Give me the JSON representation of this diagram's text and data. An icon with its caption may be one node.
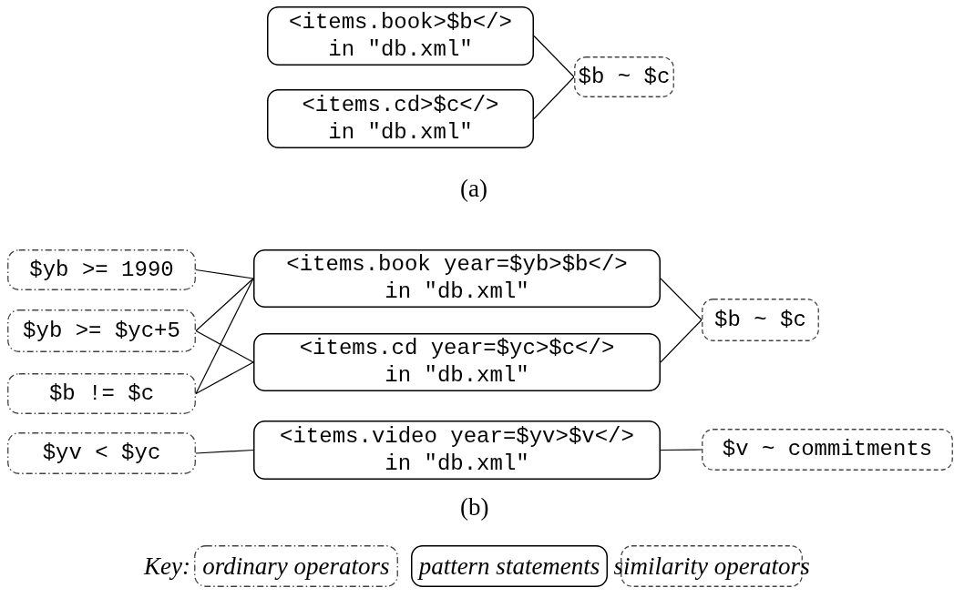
{
  "diagram": {
    "nodes": [
      {
        "text": [
          "<items.book>$b</> in \"db.xml\""
        ]
      },
      {
        "text": [
          "<items.cd>$c</> in \"db.xml\""
        ]
      },
      {
        "text": [
          "$b ~ $c"
        ]
      },
      {
        "text": [
          "$yb >= 1990"
        ]
      },
      {
        "text": [
          "$yb >= $yc+5"
        ]
      },
      {
        "text": [
          "$b != $c"
        ]
      },
      {
        "text": [
          "$yv < $yc"
        ]
      },
      {
        "text": [
          "<items.book year=$yb>$b</> in \"db.xml\""
        ]
      },
      {
        "text": [
          "<items.cd year=$yc>$c</> in \"db.xml\""
        ]
      },
      {
        "text": [
          "<items.video year=$yv>$v</> in \"db.xml\""
        ]
      },
      {
        "text": [
          "$b ~ $c"
        ]
      },
      {
        "text": [
          "$v ~ commitments"
        ]
      }
    ],
    "edges": [
      {
        "from": 0,
        "to": 2,
        "arrow": "none"
      },
      {
        "from": 1,
        "to": 2,
        "arrow": "none"
      },
      {
        "from": 3,
        "to": 7,
        "arrow": "none"
      },
      {
        "from": 4,
        "to": 7,
        "arrow": "none"
      },
      {
        "from": 4,
        "to": 8,
        "arrow": "none"
      },
      {
        "from": 5,
        "to": 7,
        "arrow": "none"
      },
      {
        "from": 5,
        "to": 8,
        "arrow": "none"
      },
      {
        "from": 6,
        "to": 9,
        "arrow": "none"
      },
      {
        "from": 7,
        "to": 10,
        "arrow": "none"
      },
      {
        "from": 8,
        "to": 10,
        "arrow": "none"
      },
      {
        "from": 9,
        "to": 11,
        "arrow": "none"
      }
    ],
    "labels": [
      "(a)",
      "(b)",
      "Key:"
    ],
    "legend": [
      {
        "text": "ordinary operators"
      },
      {
        "text": "pattern statements"
      },
      {
        "text": "similarity operators"
      }
    ]
  }
}
